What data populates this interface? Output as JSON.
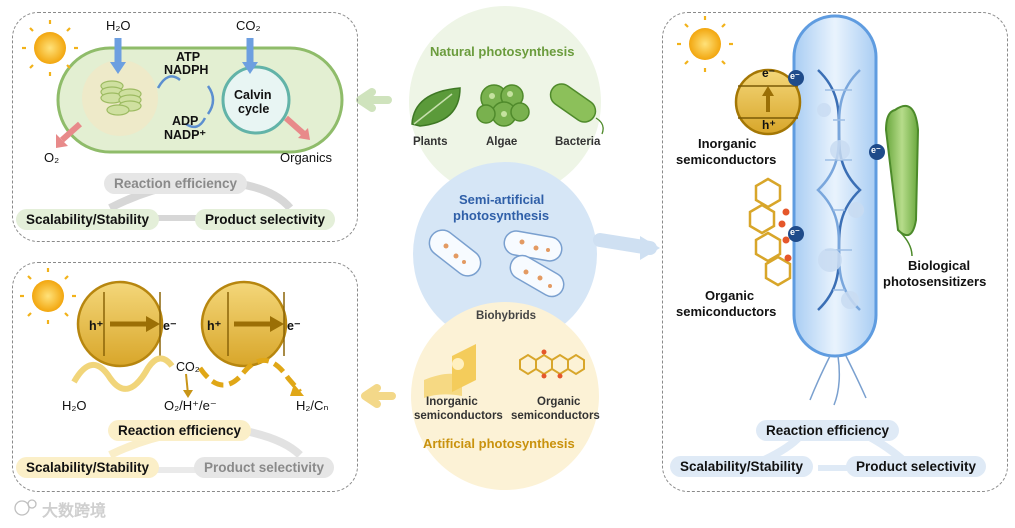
{
  "natural": {
    "title": "Natural photosynthesis",
    "items": [
      "Plants",
      "Algae",
      "Bacteria"
    ]
  },
  "semi": {
    "title_line1": "Semi-artificial",
    "title_line2": "photosynthesis",
    "item": "Biohybrids"
  },
  "artificial": {
    "title": "Artificial photosynthesis",
    "inorganic_line1": "Inorganic",
    "inorganic_line2": "semiconductors",
    "organic_line1": "Organic",
    "organic_line2": "semiconductors"
  },
  "panel_natural": {
    "h2o": "H₂O",
    "co2": "CO₂",
    "atp": "ATP",
    "nadph": "NADPH",
    "adp": "ADP",
    "nadp": "NADP⁺",
    "calvin_line1": "Calvin",
    "calvin_line2": "cycle",
    "o2": "O₂",
    "organics": "Organics",
    "metric_top": "Reaction efficiency",
    "metric_left": "Scalability/Stability",
    "metric_right": "Product selectivity"
  },
  "panel_artificial": {
    "h_plus_1": "h⁺",
    "e_minus_1": "e⁻",
    "h_plus_2": "h⁺",
    "e_minus_2": "e⁻",
    "co2": "CO₂",
    "h2o": "H₂O",
    "o2h": "O₂/H⁺/e⁻",
    "h2c": "H₂/Cₙ",
    "metric_top": "Reaction efficiency",
    "metric_left": "Scalability/Stability",
    "metric_right": "Product selectivity"
  },
  "panel_semi": {
    "e_minus": "e⁻",
    "h_plus": "h⁺",
    "e_badge": "e⁻",
    "inorganic_line1": "Inorganic",
    "inorganic_line2": "semiconductors",
    "organic_line1": "Organic",
    "organic_line2": "semiconductors",
    "bio_line1": "Biological",
    "bio_line2": "photosensitizers",
    "metric_top": "Reaction efficiency",
    "metric_left": "Scalability/Stability",
    "metric_right": "Product selectivity"
  },
  "watermark": "大数跨境",
  "colors": {
    "green": "#8cb868",
    "yellow": "#e8b93a",
    "blue": "#7fb0e0",
    "grey": "#c8c8c8"
  }
}
